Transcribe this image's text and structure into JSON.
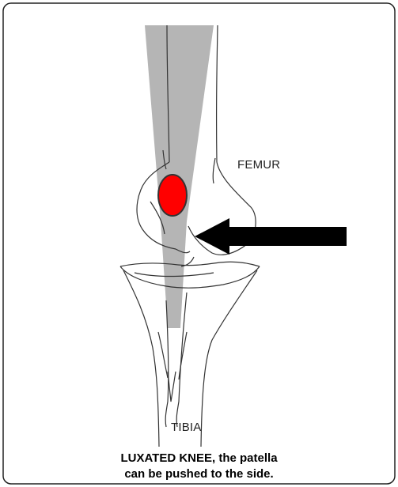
{
  "labels": {
    "femur": "FEMUR",
    "tibia": "TIBIA"
  },
  "caption": {
    "line1": "LUXATED KNEE, the patella",
    "line2": "can be pushed to the side."
  },
  "colors": {
    "background": "#ffffff",
    "outline": "#333333",
    "shaded_leg": "#b3b3b3",
    "patella": "#ff0000",
    "arrow": "#000000"
  },
  "icons": {
    "arrow": "left-arrow-icon"
  }
}
